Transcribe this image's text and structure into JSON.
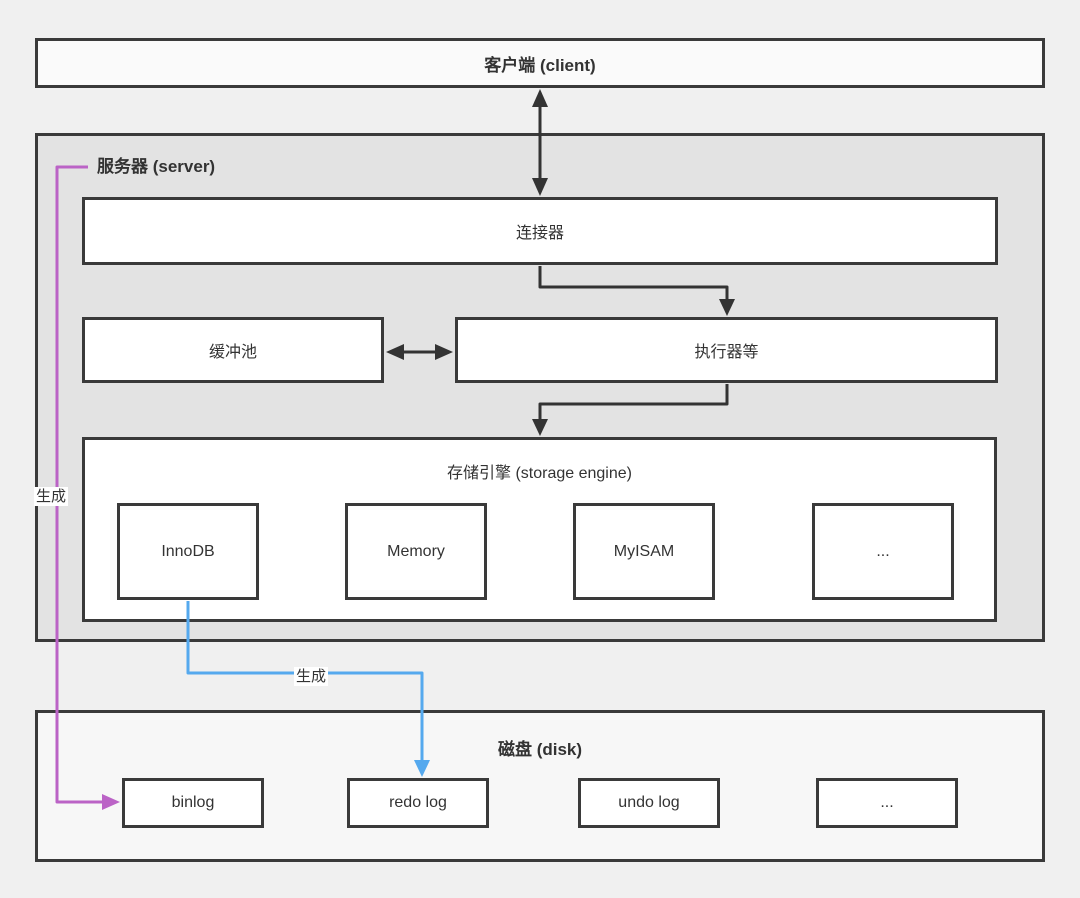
{
  "colors": {
    "page_background": "#f0f0f0",
    "border_dark": "#3a3a3a",
    "arrow_black": "#333333",
    "client_fill": "#fafafa",
    "server_fill": "#e3e3e3",
    "disk_fill": "#f7f7f7",
    "inner_box_fill": "#ffffff",
    "binlog_arrow_purple": "#bb63c6",
    "redolog_arrow_blue": "#55a9ee"
  },
  "client": {
    "title": "客户端 (client)"
  },
  "server": {
    "title": "服务器 (server)",
    "connector_label": "连接器",
    "buffer_pool_label": "缓冲池",
    "executor_label": "执行器等",
    "storage_engine": {
      "title": "存储引擎 (storage engine)",
      "engines": [
        "InnoDB",
        "Memory",
        "MyISAM",
        "..."
      ]
    }
  },
  "disk": {
    "title": "磁盘 (disk)",
    "files": [
      "binlog",
      "redo log",
      "undo log",
      "..."
    ]
  },
  "annotations": {
    "binlog_generate_label": "生成",
    "redolog_generate_label": "生成"
  }
}
